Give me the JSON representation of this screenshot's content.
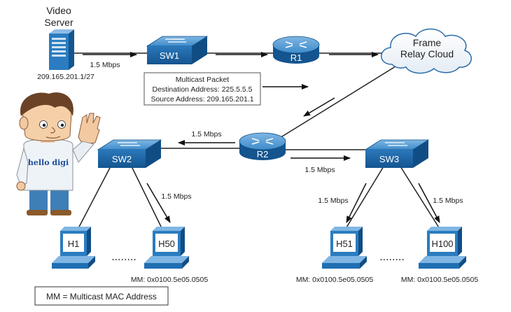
{
  "devices": {
    "server": {
      "title_line1": "Video",
      "title_line2": "Server",
      "ip": "209.165.201.1/27"
    },
    "sw1": {
      "label": "SW1"
    },
    "r1": {
      "label": "R1"
    },
    "cloud": {
      "line1": "Frame",
      "line2": "Relay Cloud"
    },
    "r2": {
      "label": "R2"
    },
    "sw2": {
      "label": "SW2"
    },
    "sw3": {
      "label": "SW3"
    },
    "h1": {
      "label": "H1"
    },
    "h50": {
      "label": "H50"
    },
    "h51": {
      "label": "H51"
    },
    "h100": {
      "label": "H100"
    }
  },
  "links": {
    "server_sw1_rate": "1.5 Mbps",
    "r2_sw2_rate": "1.5 Mbps",
    "r2_sw3_rate": "1.5 Mbps",
    "sw2_h50_rate": "1.5 Mbps",
    "sw3_h51_rate": "1.5 Mbps",
    "sw3_h100_rate": "1.5 Mbps"
  },
  "packet": {
    "title": "Multicast Packet",
    "dest": "Destination Address: 225.5.5.5",
    "source": "Source Address: 209.165.201.1"
  },
  "mac": {
    "h50": "MM: 0x0100.5e05.0505",
    "h51": "MM: 0x0100.5e05.0505",
    "h100": "MM: 0x0100.5e05.0505"
  },
  "dots": "........",
  "legend": "MM = Multicast MAC Address",
  "mascot": {
    "shirt_text": "hello digi"
  },
  "colors": {
    "device_blue": "#1f6fb2",
    "device_light": "#4d9ad6",
    "device_dark": "#0f4f86"
  }
}
